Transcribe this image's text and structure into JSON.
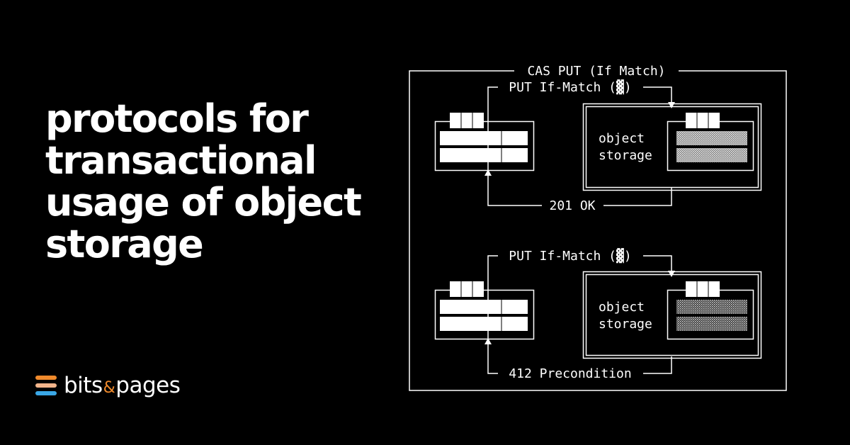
{
  "title_lines": [
    "protocols for",
    "transactional",
    "usage of object",
    "storage"
  ],
  "logo": {
    "part1": "bits",
    "amp": "&",
    "part2": "pages"
  },
  "diagram": {
    "outer_label": "CAS PUT (If Match)",
    "top": {
      "request_label": "PUT If-Match (▓)",
      "storage_label_line1": "object",
      "storage_label_line2": "storage",
      "response_label": "201 OK"
    },
    "bottom": {
      "request_label": "PUT If-Match (▓)",
      "storage_label_line1": "object",
      "storage_label_line2": "storage",
      "response_label": "412 Precondition"
    }
  },
  "colors": {
    "background": "#000000",
    "foreground": "#ffffff",
    "logo_orange": "#f08a2c",
    "logo_peach": "#f2b48a",
    "logo_blue": "#3aa7e6"
  }
}
